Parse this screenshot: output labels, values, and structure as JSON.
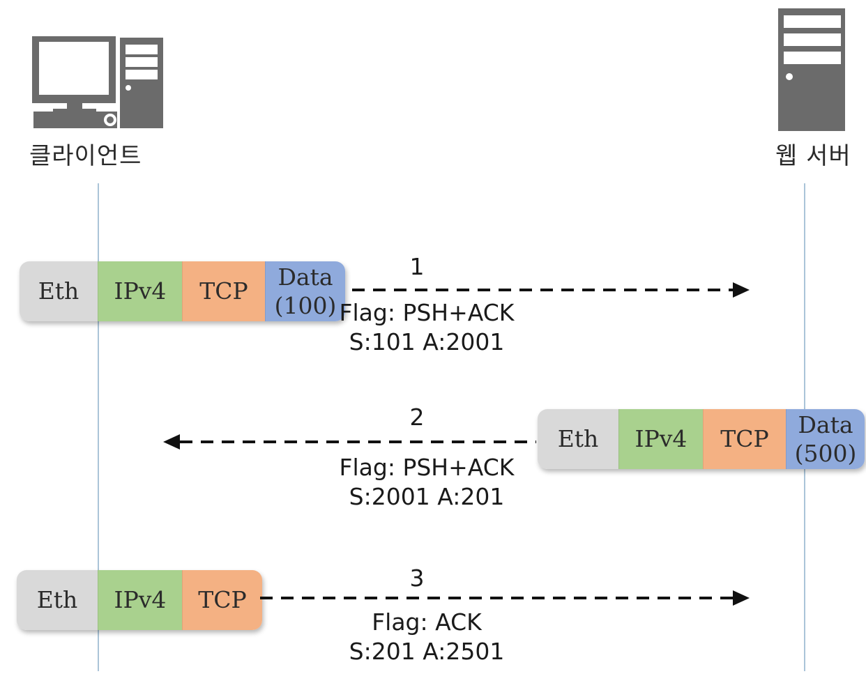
{
  "hosts": {
    "client": "클라이언트",
    "server": "웹 서버"
  },
  "steps": [
    {
      "number": "1",
      "direction": "client-to-server",
      "packet": [
        "Eth",
        "IPv4",
        "TCP",
        "Data",
        "(100)"
      ],
      "flag": "Flag: PSH+ACK",
      "seq_ack": "S:101 A:2001"
    },
    {
      "number": "2",
      "direction": "server-to-client",
      "packet": [
        "Eth",
        "IPv4",
        "TCP",
        "Data",
        "(500)"
      ],
      "flag": "Flag: PSH+ACK",
      "seq_ack": "S:2001 A:201"
    },
    {
      "number": "3",
      "direction": "client-to-server",
      "packet": [
        "Eth",
        "IPv4",
        "TCP"
      ],
      "flag": "Flag: ACK",
      "seq_ack": "S:201 A:2501"
    }
  ],
  "colors": {
    "eth": "#d9d9d9",
    "ipv4": "#a9d18e",
    "tcp": "#f4b183",
    "data": "#8faadc",
    "icon": "#6b6b6b",
    "lifeline": "#aac4d8"
  },
  "icons": {
    "client": "desktop-computer-icon",
    "server": "server-tower-icon"
  }
}
